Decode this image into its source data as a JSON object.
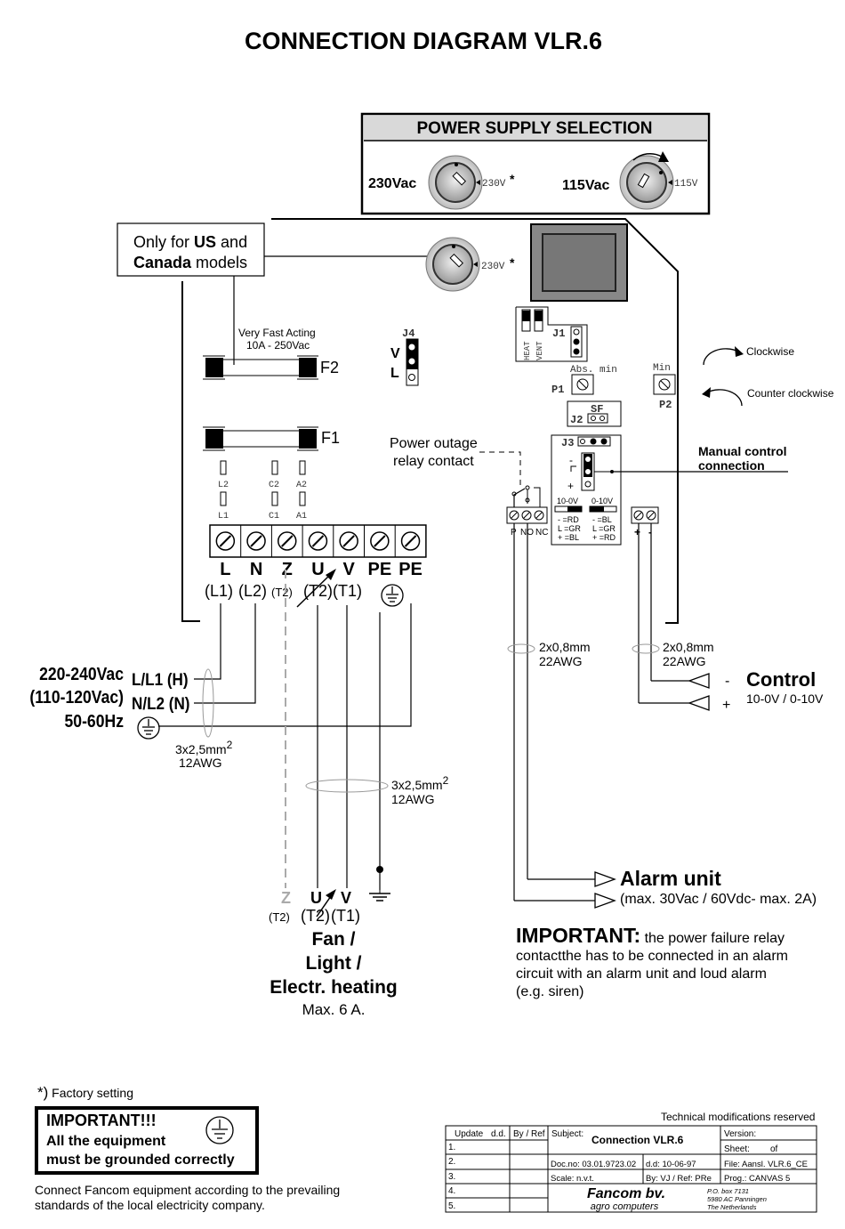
{
  "title": "CONNECTION DIAGRAM VLR.6",
  "power_supply": {
    "header": "POWER SUPPLY SELECTION",
    "opt1_label": "230Vac",
    "opt1_dial": "230V",
    "opt2_label": "115Vac",
    "opt2_dial": "115V",
    "star": "*"
  },
  "us_box": {
    "l1a": "Only for ",
    "l1b": "US",
    "l1c": " and",
    "l2a": "Canada",
    "l2b": " models"
  },
  "switch_dial": "230V",
  "fuse": {
    "spec1": "Very Fast Acting",
    "spec2": "10A - 250Vac",
    "f2": "F2",
    "f1": "F1"
  },
  "j4": {
    "name": "J4",
    "v": "V",
    "l": "L"
  },
  "j1": {
    "name": "J1",
    "heat": "HEAT",
    "vent": "VENT"
  },
  "p1": {
    "name": "P1",
    "label": "Abs. min"
  },
  "p2": {
    "name": "P2",
    "label": "Min"
  },
  "j2": {
    "name": "J2",
    "label": "SF"
  },
  "j3": {
    "name": "J3",
    "minus": "-",
    "plus": "+",
    "r1": "10-0V",
    "r2": "0-10V",
    "leg1": [
      "- =RD",
      "L =GR",
      "+ =BL"
    ],
    "leg2": [
      "- =BL",
      "L =GR",
      "+ =RD"
    ]
  },
  "rotation": {
    "cw": "Clockwise",
    "ccw": "Counter clockwise"
  },
  "manual": {
    "l1": "Manual control",
    "l2": "connection"
  },
  "relay": {
    "l1": "Power outage",
    "l2": "relay contact",
    "p": "P",
    "no": "NO",
    "nc": "NC"
  },
  "control_term": {
    "plus": "+",
    "minus": "-"
  },
  "contacts": {
    "top": [
      "L2",
      "C2",
      "A2"
    ],
    "bottom": [
      "L1",
      "C1",
      "A1"
    ]
  },
  "terminals": [
    "L",
    "N",
    "Z",
    "U",
    "V",
    "PE",
    "PE"
  ],
  "terminal_sub": [
    "(L1)",
    "(L2)",
    "(T2)",
    "(T2)",
    "(T1)"
  ],
  "supply": {
    "l1": "220-240Vac",
    "l2": "(110-120Vac)",
    "l3": "50-60Hz",
    "w1": "L/L1 (H)",
    "w2": "N/L2 (N)"
  },
  "cable1": {
    "a": "3x2,5mm",
    "sup": "2",
    "b": "12AWG"
  },
  "cable2": {
    "a": "3x2,5mm",
    "sup": "2",
    "b": "12AWG"
  },
  "cable3": {
    "a": "2x0,8mm",
    "b": "22AWG"
  },
  "cable4": {
    "a": "2x0,8mm",
    "b": "22AWG"
  },
  "control": {
    "title": "Control",
    "range": "10-0V / 0-10V",
    "minus": "-",
    "plus": "+"
  },
  "alarm": {
    "title": "Alarm unit",
    "spec": "(max. 30Vac / 60Vdc- max. 2A)"
  },
  "important2": {
    "head": "IMPORTANT:",
    "l1": " the power failure relay",
    "l2": "contactthe has to be connected in an alarm",
    "l3": "circuit with an alarm unit and loud alarm",
    "l4": "(e.g. siren)"
  },
  "load": {
    "z": "Z",
    "u": "U",
    "v": "V",
    "t2a": "(T2)",
    "t2b": "(T2)",
    "t1": "(T1)",
    "l1": "Fan /",
    "l2": "Light /",
    "l3": "Electr. heating",
    "l4": "Max. 6 A."
  },
  "footnote": {
    "star": "*)",
    "text": " Factory setting"
  },
  "important1": {
    "l1": "IMPORTANT!!!",
    "l2": "All the equipment",
    "l3": "must be grounded correctly"
  },
  "connect_note": {
    "l1": "Connect Fancom equipment according to the prevailing",
    "l2": "standards of the local electricity company."
  },
  "title_block": {
    "reserved": "Technical modifications reserved",
    "update": "Update",
    "dd": "d.d.",
    "byref": "By / Ref",
    "subject": "Subject:",
    "subject_val": "Connection VLR.6",
    "version": "Version:",
    "sheet": "Sheet:",
    "of": "of",
    "rows": [
      "1.",
      "2.",
      "3.",
      "4.",
      "5."
    ],
    "docno": "Doc.no: 03.01.9723.02",
    "dd_val": "d.d: 10-06-97",
    "file": "File: Aansl. VLR.6_CE",
    "scale": "Scale: n.v.t.",
    "by": "By: VJ / Ref: PRe",
    "prog": "Prog.: CANVAS 5",
    "company": "Fancom bv.",
    "company_sub": "agro computers",
    "addr1": "P.O. box 7131",
    "addr2": "5980 AC Panningen",
    "addr3": "The Netherlands"
  }
}
